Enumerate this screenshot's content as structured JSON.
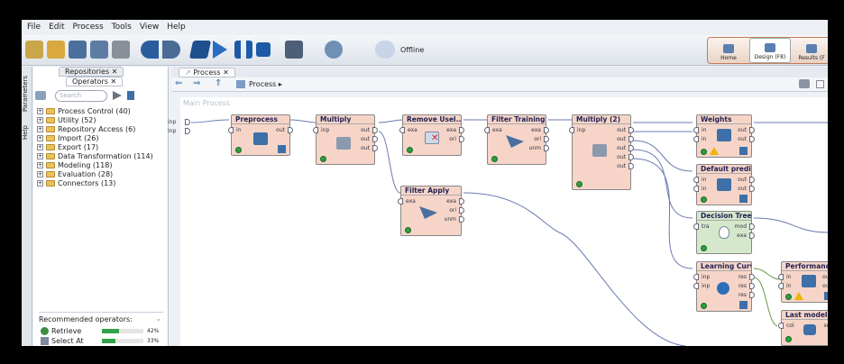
{
  "menu": [
    "File",
    "Edit",
    "Process",
    "Tools",
    "View",
    "Help"
  ],
  "toolbar": {
    "connection_status": "Offline"
  },
  "perspectives": [
    {
      "label": "Home",
      "active": false
    },
    {
      "label": "Design (F8)",
      "active": true
    },
    {
      "label": "Results (F",
      "active": false
    }
  ],
  "left_panel": {
    "side_tabs": [
      "Parameters",
      "Help"
    ],
    "repositories_tab": "Repositories",
    "operators_tab": "Operators",
    "search_placeholder": "Search",
    "tree": [
      "Process Control (40)",
      "Utility (52)",
      "Repository Access (6)",
      "Import (26)",
      "Export (17)",
      "Data Transformation (114)",
      "Modeling (118)",
      "Evaluation (28)",
      "Connectors (13)"
    ],
    "recommended_title": "Recommended operators:",
    "recommended": [
      {
        "name": "Retrieve",
        "percent": "42%",
        "value": 42
      },
      {
        "name": "Select At",
        "percent": "33%",
        "value": 33
      }
    ]
  },
  "process_tab": "Process",
  "breadcrumb": "Process",
  "canvas_label": "Main Process",
  "operators": {
    "preprocess": {
      "title": "Preprocess",
      "ports_in": [
        "in"
      ],
      "ports_out": [
        "out"
      ]
    },
    "multiply": {
      "title": "Multiply",
      "ports_in": [
        "inp"
      ],
      "ports_out": [
        "out",
        "out",
        "out"
      ]
    },
    "remove_useless": {
      "title": "Remove Usel...",
      "ports_in": [
        "exa"
      ],
      "ports_out": [
        "exa",
        "ori"
      ]
    },
    "filter_training": {
      "title": "Filter Training",
      "ports_in": [
        "exa"
      ],
      "ports_out": [
        "exa",
        "ori",
        "unm"
      ]
    },
    "multiply2": {
      "title": "Multiply (2)",
      "ports_in": [
        "inp"
      ],
      "ports_out": [
        "out",
        "out",
        "out",
        "out",
        "out"
      ]
    },
    "filter_apply": {
      "title": "Filter Apply",
      "ports_in": [
        "exa"
      ],
      "ports_out": [
        "exa",
        "ori",
        "unm"
      ]
    },
    "weights": {
      "title": "Weights",
      "ports_in": [
        "in",
        "in"
      ],
      "ports_out": [
        "out",
        "out"
      ]
    },
    "default_prediction": {
      "title": "Default predic...",
      "ports_in": [
        "in",
        "in"
      ],
      "ports_out": [
        "out",
        "out"
      ]
    },
    "decision_tree": {
      "title": "Decision Tree",
      "ports_in": [
        "tra"
      ],
      "ports_out": [
        "mod",
        "exa"
      ]
    },
    "learning_curve": {
      "title": "Learning Curve",
      "ports_in": [
        "inp",
        "inp"
      ],
      "ports_out": [
        "res",
        "res",
        "res"
      ]
    },
    "performance": {
      "title": "Performance",
      "ports_in": [
        "in",
        "in"
      ],
      "ports_out": [
        "out",
        "out"
      ]
    },
    "last_model": {
      "title": "Last model",
      "ports_in": [
        "col"
      ],
      "ports_out": [
        "sel"
      ]
    }
  },
  "process_ports": [
    "inp",
    "inp"
  ],
  "colors": {
    "pink_op": "#f6d5c8",
    "green_op": "#d5e8cc",
    "wire": "#6b7bb0"
  }
}
